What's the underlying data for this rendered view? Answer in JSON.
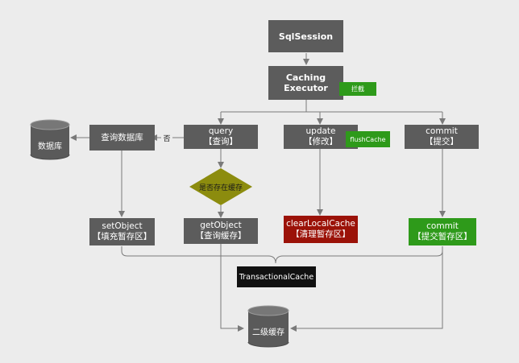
{
  "nodes": {
    "sqlsession": "SqlSession",
    "caching_executor": [
      "Caching",
      "Executor"
    ],
    "intercept_tag": "拦截",
    "query": [
      "query",
      "【查询】"
    ],
    "update": [
      "update",
      "【修改】"
    ],
    "flushcache_tag": "flushCache",
    "commit": [
      "commit",
      "【提交】"
    ],
    "query_db": "查询数据库",
    "database": "数据库",
    "no_label": "否",
    "cache_check": "是否存在缓存",
    "set_object": [
      "setObject",
      "【填充暂存区】"
    ],
    "get_object": [
      "getObject",
      "【查询缓存】"
    ],
    "clear_local_cache": [
      "clearLocalCache",
      "【清理暂存区】"
    ],
    "commit_tx": [
      "commit",
      "【提交暂存区】"
    ],
    "transactional_cache": "TransactionalCache",
    "second_level_cache": "二级缓存"
  },
  "colors": {
    "box": "#5c5c5c",
    "green": "#2e9a1a",
    "red": "#9b1208",
    "black": "#111111",
    "diamond": "#8c8c0e",
    "line": "#7a7a7a"
  }
}
